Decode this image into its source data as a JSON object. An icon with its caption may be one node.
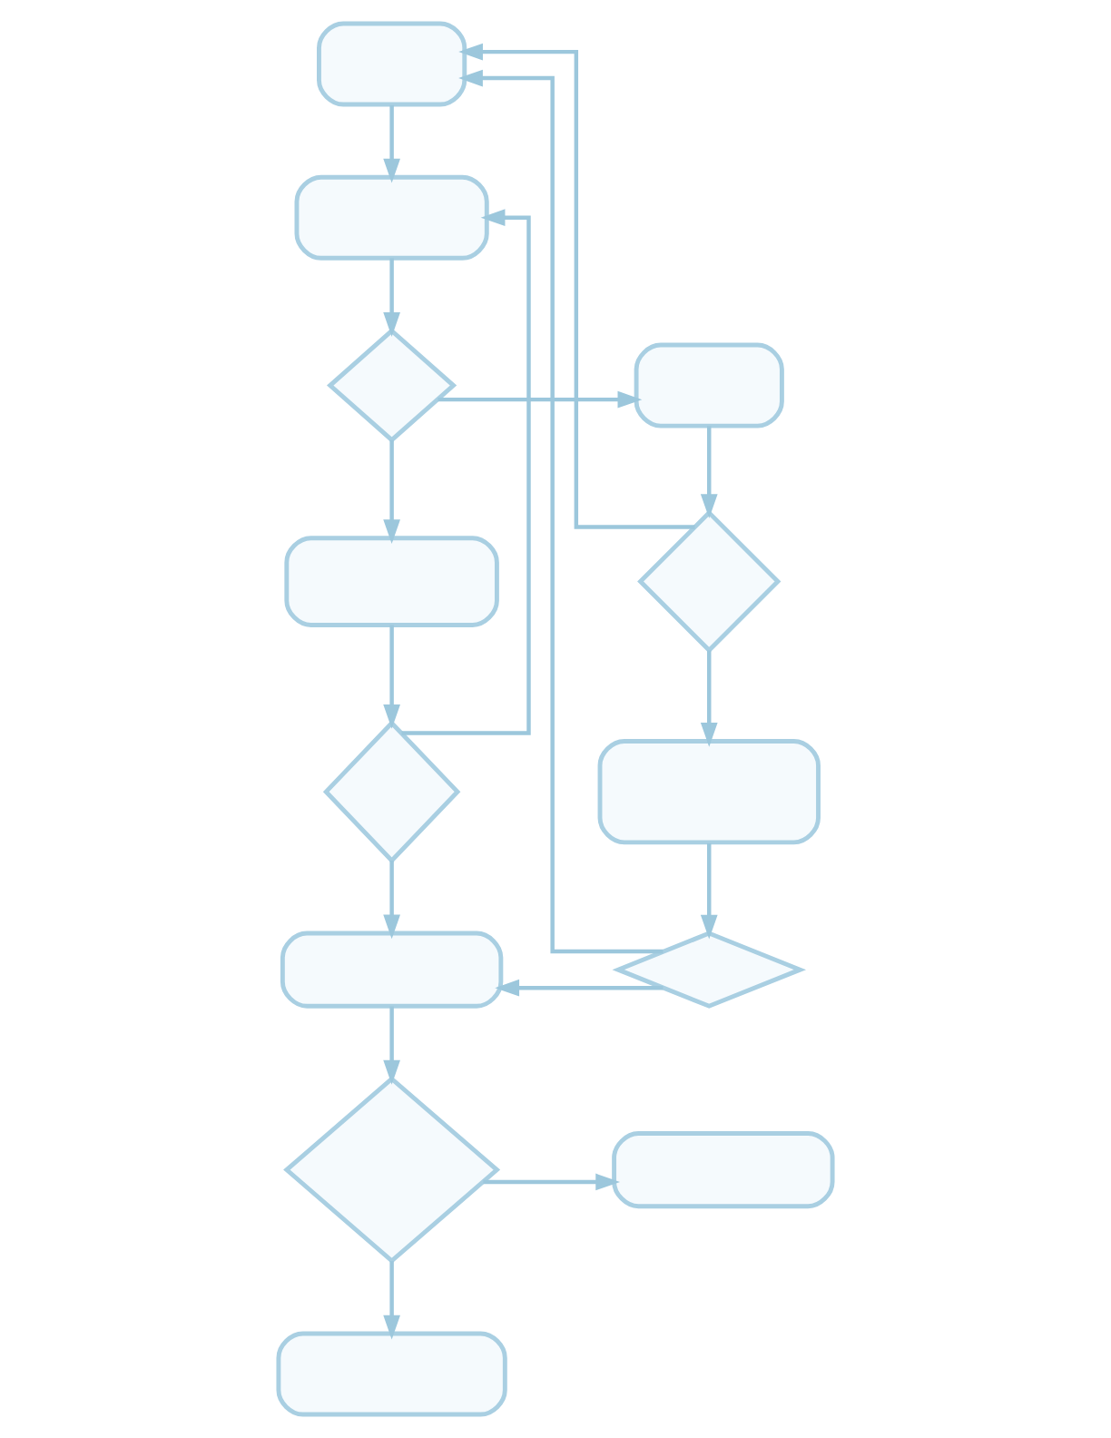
{
  "diagram": {
    "nodes": [
      {
        "text": [],
        "shape": "box"
      },
      {
        "text": [],
        "shape": "box"
      },
      {
        "text": [],
        "shape": "diamond"
      },
      {
        "text": [],
        "shape": "box"
      },
      {
        "text": [],
        "shape": "box"
      },
      {
        "text": [],
        "shape": "diamond"
      },
      {
        "text": [],
        "shape": "diamond"
      },
      {
        "text": [],
        "shape": "box"
      },
      {
        "text": [],
        "shape": "box"
      },
      {
        "text": [],
        "shape": "diamond"
      },
      {
        "text": [],
        "shape": "diamond"
      },
      {
        "text": [],
        "shape": "box"
      },
      {
        "text": [],
        "shape": "box"
      }
    ],
    "edges": [
      {
        "from": 0,
        "to": 1,
        "arrow": "to"
      },
      {
        "from": 1,
        "to": 2,
        "arrow": "to"
      },
      {
        "from": 2,
        "to": 3,
        "arrow": "to"
      },
      {
        "from": 2,
        "to": 4,
        "arrow": "to"
      },
      {
        "from": 3,
        "to": 5,
        "arrow": "to"
      },
      {
        "from": 5,
        "to": 0,
        "arrow": "to"
      },
      {
        "from": 5,
        "to": 7,
        "arrow": "to"
      },
      {
        "from": 4,
        "to": 6,
        "arrow": "to"
      },
      {
        "from": 6,
        "to": 1,
        "arrow": "to"
      },
      {
        "from": 6,
        "to": 8,
        "arrow": "to"
      },
      {
        "from": 7,
        "to": 9,
        "arrow": "to"
      },
      {
        "from": 9,
        "to": 8,
        "arrow": "to"
      },
      {
        "from": 9,
        "to": 0,
        "arrow": "to"
      },
      {
        "from": 8,
        "to": 10,
        "arrow": "to"
      },
      {
        "from": 10,
        "to": 11,
        "arrow": "to"
      },
      {
        "from": 10,
        "to": 12,
        "arrow": "to"
      }
    ]
  }
}
